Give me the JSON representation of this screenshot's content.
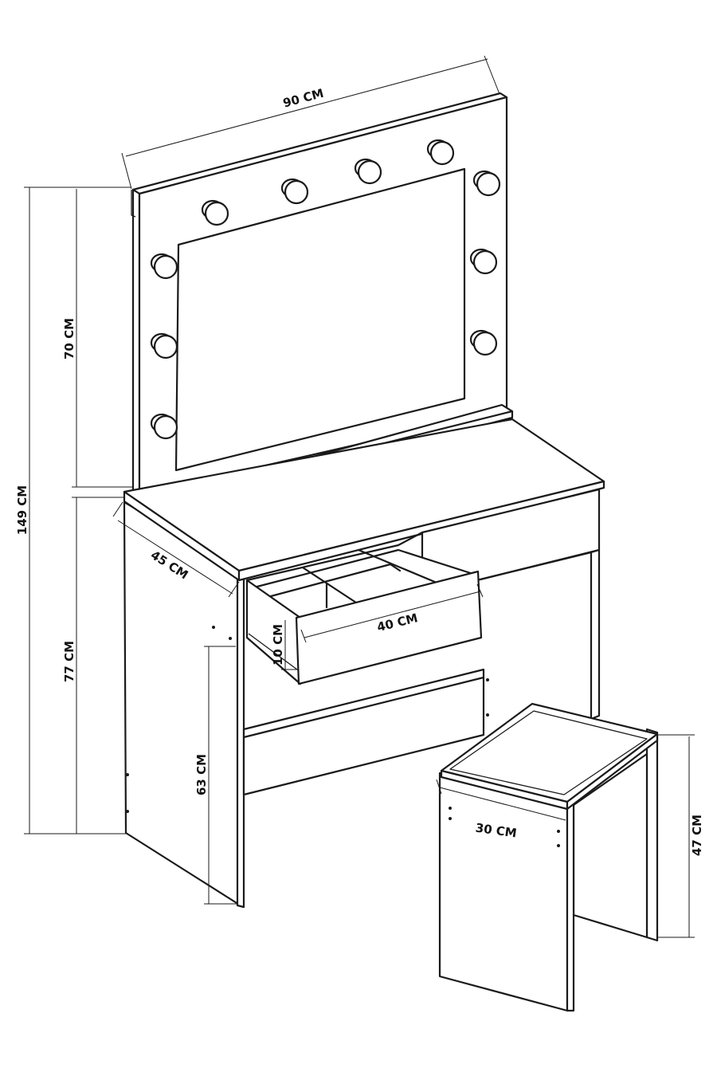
{
  "dimensions": {
    "mirror_width": "90 CM",
    "mirror_height": "70 CM",
    "total_height": "149 CM",
    "table_height": "77 CM",
    "depth": "45 CM",
    "drawer_width": "40 CM",
    "drawer_height": "10 CM",
    "knee_clearance": "63 CM",
    "stool_width": "30 CM",
    "stool_height": "47 CM"
  },
  "colors": {
    "line": "#1a1a1a",
    "background": "#ffffff"
  }
}
